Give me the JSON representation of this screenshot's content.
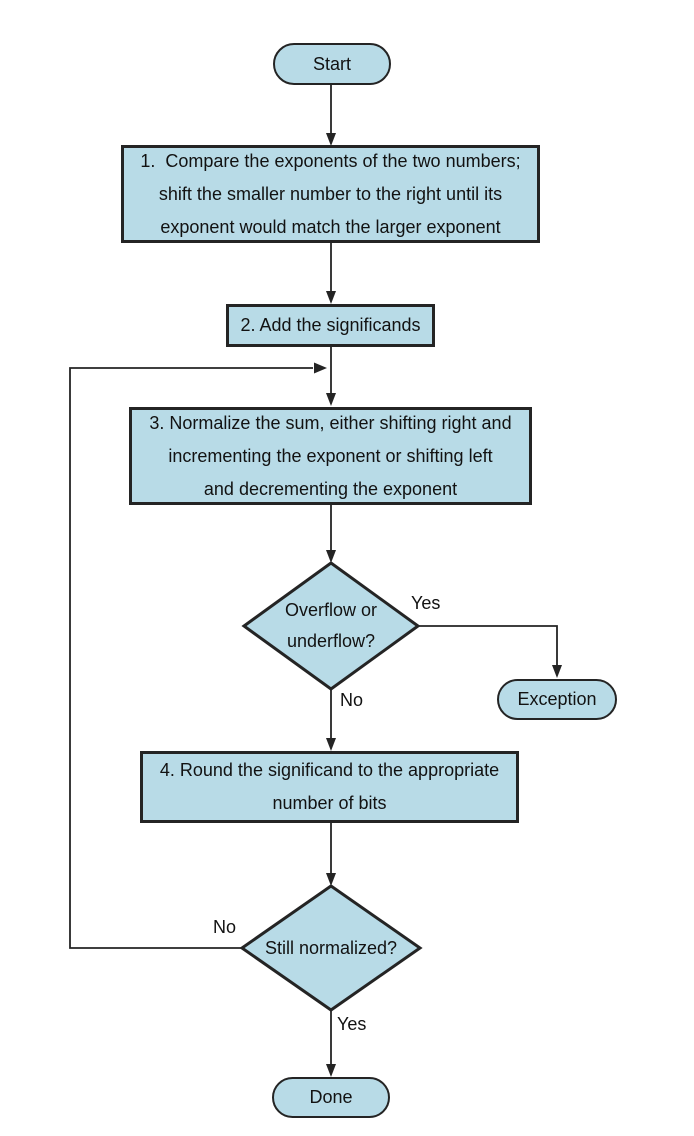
{
  "colors": {
    "node_fill": "#b8dbe7",
    "node_border": "#242424",
    "connector": "#242424",
    "text": "#121212",
    "background": "#ffffff"
  },
  "nodes": {
    "start": {
      "label": "Start"
    },
    "step1": {
      "lines": [
        "1.  Compare the exponents of the two numbers;",
        "shift the smaller number to the right until its",
        "exponent would match the larger exponent"
      ]
    },
    "step2": {
      "label": "2. Add the significands"
    },
    "step3": {
      "lines": [
        "3. Normalize the sum, either shifting right and",
        "incrementing the exponent or shifting left",
        "and decrementing the exponent"
      ]
    },
    "decision_overflow": {
      "lines": [
        "Overflow or",
        "underflow?"
      ]
    },
    "exception": {
      "label": "Exception"
    },
    "step4": {
      "lines": [
        "4. Round the significand to the appropriate",
        "number of bits"
      ]
    },
    "decision_normalized": {
      "label": "Still normalized?"
    },
    "done": {
      "label": "Done"
    }
  },
  "edge_labels": {
    "overflow_yes": "Yes",
    "overflow_no": "No",
    "normalized_no": "No",
    "normalized_yes": "Yes"
  }
}
